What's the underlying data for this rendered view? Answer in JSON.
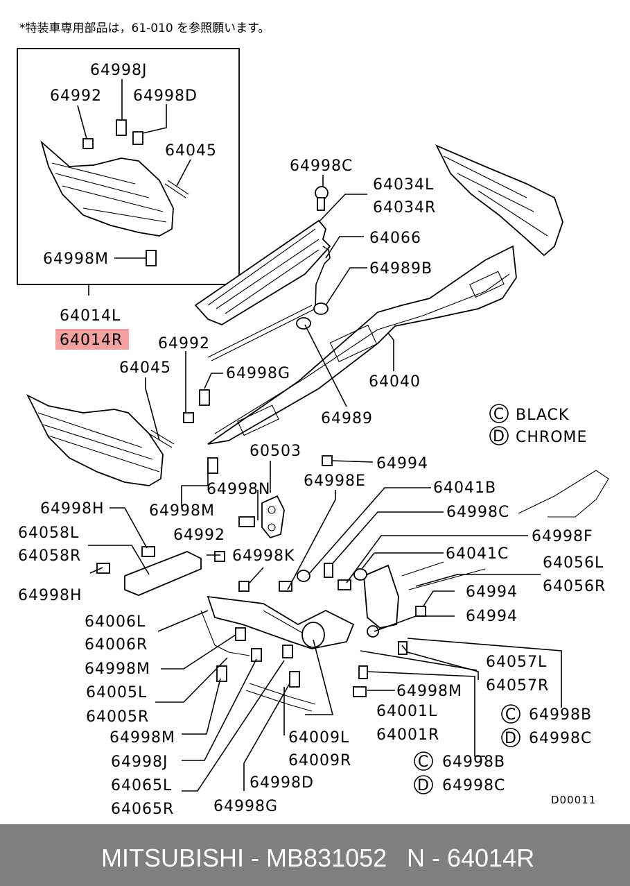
{
  "note": "*特装車専用部品は，61-010 を参照願います。",
  "legend": [
    {
      "symbol": "C",
      "text": "BLACK"
    },
    {
      "symbol": "D",
      "text": "CHROME"
    }
  ],
  "highlight_label": "64014R",
  "labels": [
    "64998J",
    "64992",
    "64998D",
    "64045",
    "64998M",
    "64014L",
    "64998C",
    "64034L",
    "64034R",
    "64066",
    "64989B",
    "64992",
    "64998G",
    "64040",
    "64045",
    "64989",
    "64998M",
    "60503",
    "64994",
    "64998N",
    "64998E",
    "64041B",
    "64998H",
    "64998C",
    "64058L",
    "64992",
    "64998F",
    "64058R",
    "64998K",
    "64041C",
    "64056L",
    "64056R",
    "64998H",
    "64994",
    "64006L",
    "64994",
    "64006R",
    "64057L",
    "64998M",
    "64057R",
    "64005L",
    "64998M",
    "64005R",
    "64001L",
    "64998B",
    "64998M",
    "64009L",
    "64001R",
    "64998C",
    "64998J",
    "64009R",
    "64998B",
    "64065L",
    "64998D",
    "64998C",
    "64065R",
    "64998G"
  ],
  "drawing_code": "D00011",
  "footer": {
    "brand_part": "MITSUBISHI - MB831052",
    "ref": "N - 64014R"
  }
}
